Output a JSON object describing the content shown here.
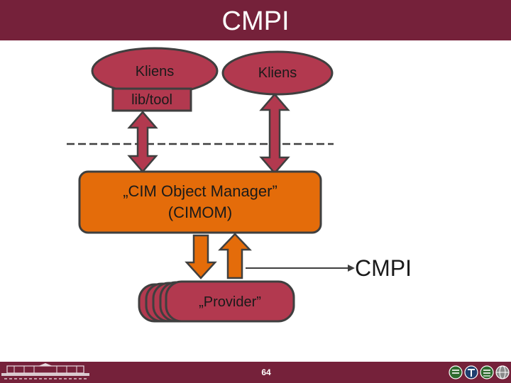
{
  "slide": {
    "title": "CMPI",
    "page_number": "64",
    "colors": {
      "maroon": "#75213a",
      "client_fill": "#b2394f",
      "orange": "#e46c0a",
      "border": "#3f3f3f"
    }
  },
  "diagram": {
    "client_left": "Kliens",
    "client_right": "Kliens",
    "lib_tool": "lib/tool",
    "cimom_line1": "„CIM Object Manager”",
    "cimom_line2": "(CIMOM)",
    "cmpi_label": "CMPI",
    "provider": "„Provider”"
  },
  "footer": {
    "logo_icon": "university-building-logo",
    "icons": [
      "list-icon",
      "t-logo-icon",
      "menu-icon",
      "globe-icon"
    ]
  }
}
